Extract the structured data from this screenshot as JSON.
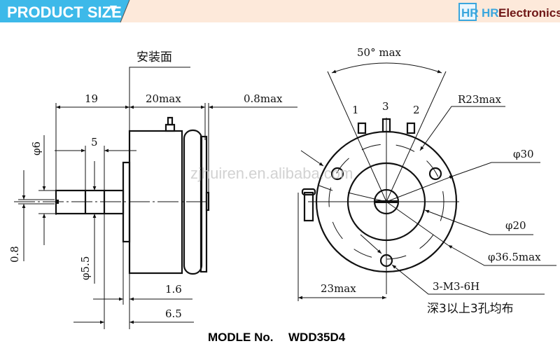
{
  "header": {
    "title": "PRODUCT SIZE",
    "dropdown_icon": "triangle-down-icon",
    "brand_badge": "HR",
    "brand_prefix": "HR",
    "brand_name": "Electronics",
    "colors": {
      "banner": "#3db9e9",
      "background": "#fde9da",
      "brand_blue": "#3aa6dd",
      "brand_red": "#6e1616"
    }
  },
  "side_view": {
    "mounting_face": "安装面",
    "dim_19": "19",
    "dim_20max": "20max",
    "dim_08max": "0.8max",
    "dim_5": "5",
    "dim_phi6": "φ6",
    "dim_08": "0.8",
    "dim_phi55": "φ5.5",
    "dim_16": "1.6",
    "dim_65": "6.5"
  },
  "front_view": {
    "angle": "50° max",
    "terminal_1": "1",
    "terminal_3": "3",
    "terminal_2": "2",
    "radius": "R23max",
    "phi30": "φ30",
    "phi20": "φ20",
    "phi365": "φ36.5max",
    "thread": "3-M3-6H",
    "thread_note": "深3以上3孔均布",
    "dim_23max": "23max"
  },
  "watermark": "zjhuiren.en.alibaba.com",
  "model": {
    "label": "MODLE No.",
    "value": "WDD35D4"
  }
}
